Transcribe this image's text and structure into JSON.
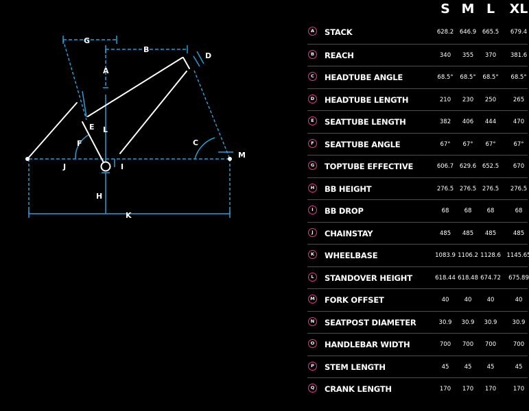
{
  "sizes": [
    "S",
    "M",
    "L",
    "XL"
  ],
  "diagram": {
    "labels": [
      "A",
      "B",
      "C",
      "D",
      "E",
      "F",
      "G",
      "H",
      "I",
      "J",
      "K",
      "L",
      "M"
    ],
    "colors": {
      "frame": "#ffffff",
      "dimension": "#2a9fd6",
      "badge": "#e23a8c",
      "divider": "#4d4d4d"
    }
  },
  "rows": [
    {
      "letter": "A",
      "name": "STACK",
      "values": [
        "628.2",
        "646.9",
        "665.5",
        "679.4"
      ]
    },
    {
      "letter": "B",
      "name": "REACH",
      "values": [
        "340",
        "355",
        "370",
        "381.6"
      ]
    },
    {
      "letter": "C",
      "name": "HEADTUBE ANGLE",
      "values": [
        "68.5°",
        "68.5°",
        "68.5°",
        "68.5°"
      ]
    },
    {
      "letter": "D",
      "name": "HEADTUBE LENGTH",
      "values": [
        "210",
        "230",
        "250",
        "265"
      ]
    },
    {
      "letter": "E",
      "name": "SEATTUBE LENGTH",
      "values": [
        "382",
        "406",
        "444",
        "470"
      ]
    },
    {
      "letter": "F",
      "name": "SEATTUBE ANGLE",
      "values": [
        "67°",
        "67°",
        "67°",
        "67°"
      ]
    },
    {
      "letter": "G",
      "name": "TOPTUBE EFFECTIVE",
      "values": [
        "606.7",
        "629.6",
        "652.5",
        "670"
      ]
    },
    {
      "letter": "H",
      "name": "BB HEIGHT",
      "values": [
        "276.5",
        "276.5",
        "276.5",
        "276.5"
      ]
    },
    {
      "letter": "I",
      "name": "BB DROP",
      "values": [
        "68",
        "68",
        "68",
        "68"
      ]
    },
    {
      "letter": "J",
      "name": "CHAINSTAY",
      "values": [
        "485",
        "485",
        "485",
        "485"
      ]
    },
    {
      "letter": "K",
      "name": "WHEELBASE",
      "values": [
        "1083.9",
        "1106.2",
        "1128.6",
        "1145.65"
      ]
    },
    {
      "letter": "L",
      "name": "STANDOVER HEIGHT",
      "values": [
        "618.44",
        "618.48",
        "674.72",
        "675.89"
      ]
    },
    {
      "letter": "M",
      "name": "FORK OFFSET",
      "values": [
        "40",
        "40",
        "40",
        "40"
      ]
    },
    {
      "letter": "N",
      "name": "SEATPOST DIAMETER",
      "values": [
        "30.9",
        "30.9",
        "30.9",
        "30.9"
      ]
    },
    {
      "letter": "O",
      "name": "HANDLEBAR WIDTH",
      "values": [
        "700",
        "700",
        "700",
        "700"
      ]
    },
    {
      "letter": "P",
      "name": "STEM LENGTH",
      "values": [
        "45",
        "45",
        "45",
        "45"
      ]
    },
    {
      "letter": "Q",
      "name": "CRANK LENGTH",
      "values": [
        "170",
        "170",
        "170",
        "170"
      ]
    }
  ]
}
